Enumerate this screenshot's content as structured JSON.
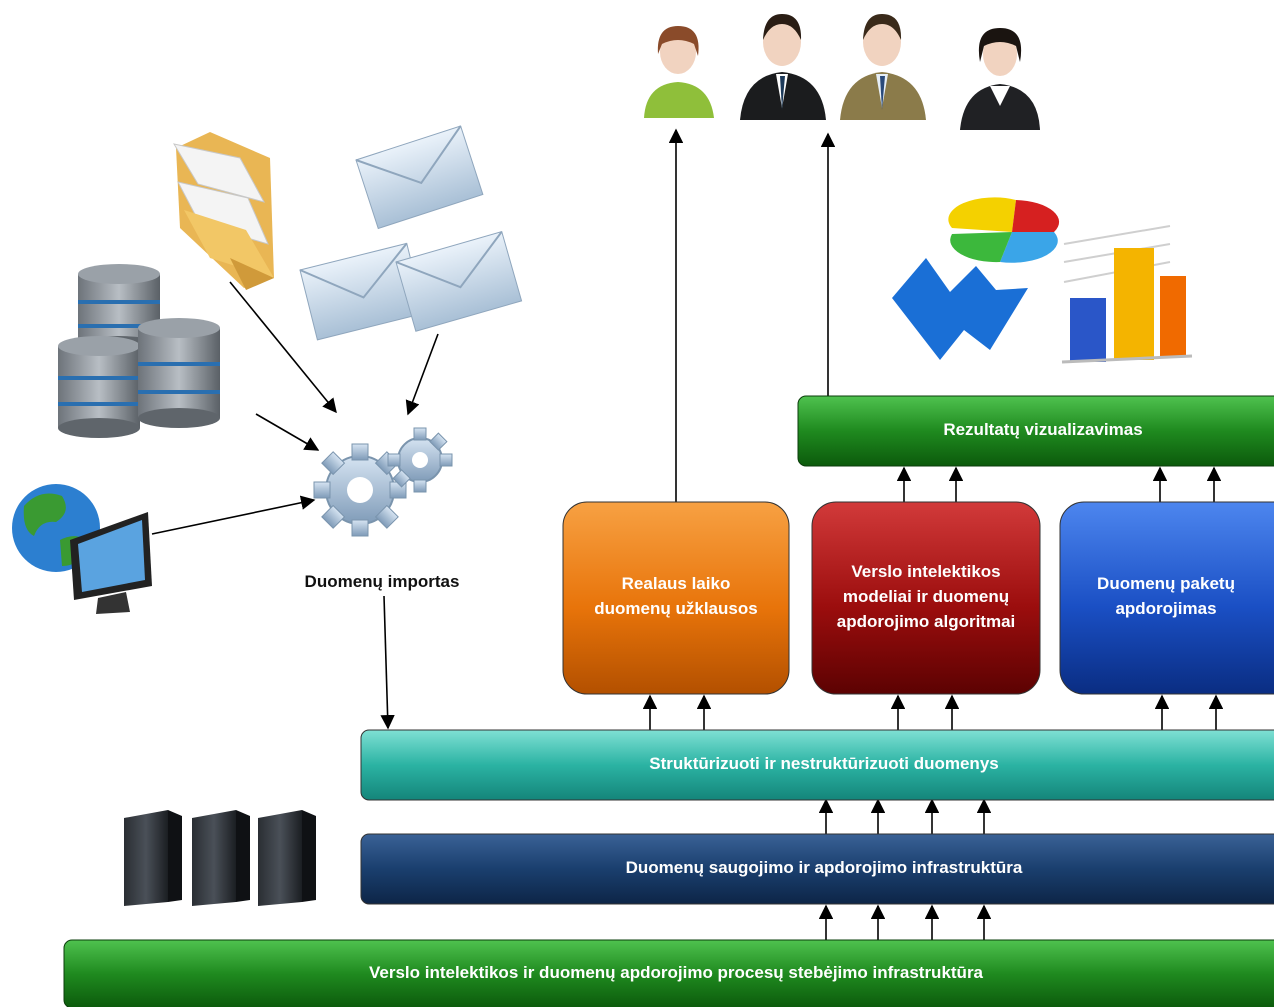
{
  "import_label": "Duomenų importas",
  "boxes": {
    "realtime": [
      "Realaus laiko",
      "duomenų užklausos"
    ],
    "bi_models": [
      "Verslo intelektikos",
      "modeliai ir duomenų",
      "apdorojimo algoritmai"
    ],
    "batch": [
      "Duomenų paketų",
      "apdorojimas"
    ]
  },
  "bars": {
    "visualization": "Rezultatų vizualizavimas",
    "data": "Struktūrizuoti ir nestruktūrizuoti duomenys",
    "storage": "Duomenų saugojimo ir apdorojimo infrastruktūra",
    "monitoring": "Verslo intelektikos ir duomenų apdorojimo procesų stebėjimo infrastruktūra"
  },
  "colors": {
    "green": "#1f8a1f",
    "teal": "#2bb3a3",
    "navy": "#1a3f6e",
    "orange": "#e8740a",
    "red": "#9b0d0d",
    "blue": "#1a4fc4"
  },
  "icons": [
    "database-icon",
    "folder-icon",
    "envelope-icon",
    "globe-monitor-icon",
    "gears-icon",
    "user-icon",
    "chart-icon",
    "server-icon"
  ]
}
